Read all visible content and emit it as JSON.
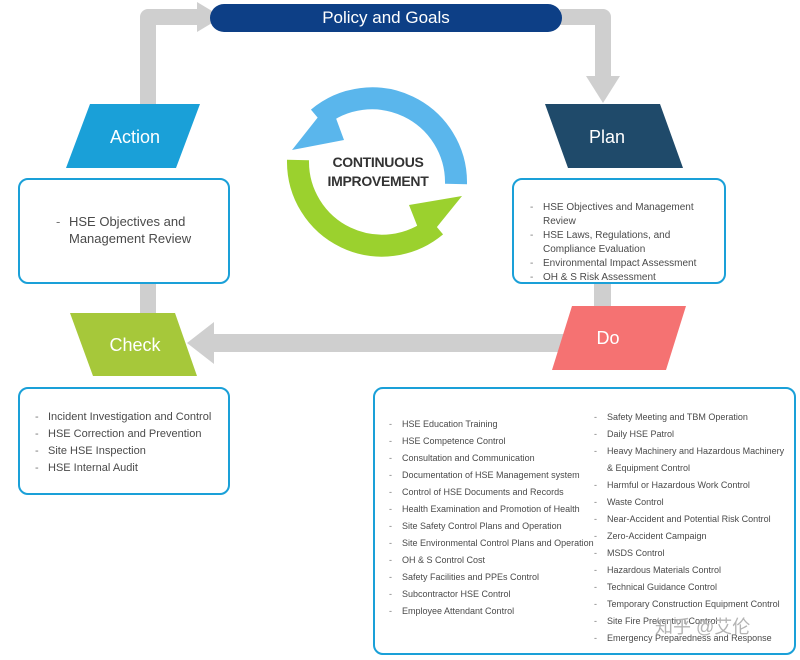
{
  "policy": {
    "label": "Policy and Goals"
  },
  "center": {
    "line1": "CONTINUOUS",
    "line2": "IMPROVEMENT"
  },
  "phases": {
    "action": {
      "label": "Action",
      "color": "#1aa0d8"
    },
    "plan": {
      "label": "Plan",
      "color": "#1f4a6a"
    },
    "check": {
      "label": "Check",
      "color": "#a6c83a"
    },
    "do": {
      "label": "Do",
      "color": "#f57272"
    }
  },
  "action_items": [
    "HSE Objectives and Management Review"
  ],
  "plan_items": [
    "HSE Objectives and Management Review",
    "HSE Laws, Regulations, and Compliance Evaluation",
    "Environmental Impact Assessment",
    "OH & S Risk Assessment"
  ],
  "check_items": [
    "Incident Investigation and Control",
    "HSE Correction and Prevention",
    "Site HSE Inspection",
    "HSE Internal Audit"
  ],
  "do_items_left": [
    "HSE Education Training",
    "HSE Competence Control",
    "Consultation and Communication",
    "Documentation of HSE Management system",
    "Control of HSE Documents and Records",
    "Health Examination and Promotion of Health",
    "Site Safety Control Plans and Operation",
    "Site Environmental Control Plans and Operation",
    "OH & S Control Cost",
    "Safety Facilities and PPEs Control",
    "Subcontractor HSE Control",
    "Employee Attendant Control"
  ],
  "do_items_right": [
    "Safety Meeting and TBM Operation",
    "Daily HSE Patrol",
    "Heavy Machinery and Hazardous Machinery & Equipment Control",
    "Harmful or Hazardous Work Control",
    "Waste Control",
    "Near-Accident and Potential Risk Control",
    "Zero-Accident Campaign",
    "MSDS Control",
    "Hazardous Materials Control",
    "Technical Guidance Control",
    "Temporary Construction Equipment Control",
    "Site Fire Prevention Control",
    "Emergency Preparedness and Response"
  ],
  "watermark": "知乎 @艾伦",
  "colors": {
    "policy_bar": "#0d3f86",
    "connector": "#cfcfcf",
    "box_border": "#1aa0d8",
    "cycle_blue": "#5ab6ec",
    "cycle_green": "#9bd12e"
  }
}
